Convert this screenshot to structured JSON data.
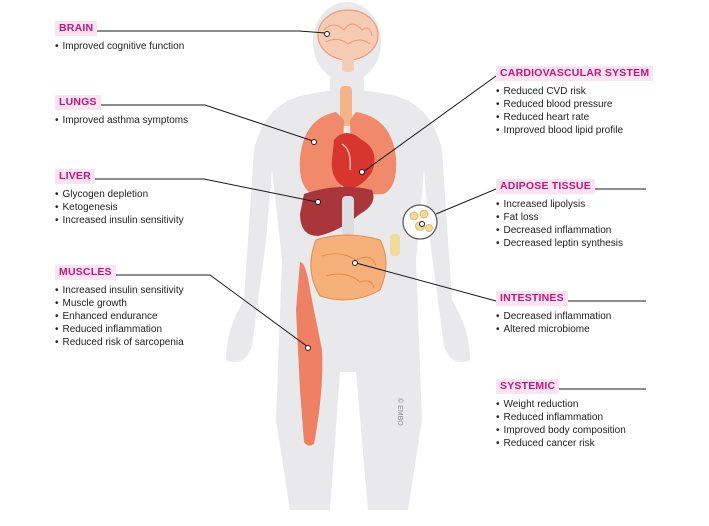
{
  "credit": "© EMBO",
  "colors": {
    "header_bg": "#fbe3f1",
    "header_text": "#c4177c",
    "organ": "#e8603c",
    "liver": "#a9363a",
    "body": "#e8e8ea",
    "leader": "#1a1a1a"
  },
  "organs": [
    {
      "id": "brain",
      "title": "BRAIN",
      "items": [
        "Improved cognitive function"
      ]
    },
    {
      "id": "lungs",
      "title": "LUNGS",
      "items": [
        "Improved asthma symptoms"
      ]
    },
    {
      "id": "liver",
      "title": "LIVER",
      "items": [
        "Glycogen depletion",
        "Ketogenesis",
        "Increased insulin sensitivity"
      ]
    },
    {
      "id": "muscles",
      "title": "MUSCLES",
      "items": [
        "Increased insulin sensitivity",
        "Muscle growth",
        "Enhanced endurance",
        "Reduced inflammation",
        "Reduced risk of sarcopenia"
      ]
    },
    {
      "id": "cardiovascular",
      "title": "CARDIOVASCULAR SYSTEM",
      "items": [
        "Reduced CVD risk",
        "Reduced blood pressure",
        "Reduced heart rate",
        "Improved blood lipid profile"
      ]
    },
    {
      "id": "adipose",
      "title": "ADIPOSE TISSUE",
      "items": [
        "Increased lipolysis",
        "Fat loss",
        "Decreased inflammation",
        "Decreased leptin synthesis"
      ]
    },
    {
      "id": "intestines",
      "title": "INTESTINES",
      "items": [
        "Decreased inflammation",
        "Altered microbiome"
      ]
    },
    {
      "id": "systemic",
      "title": "SYSTEMIC",
      "items": [
        "Weight reduction",
        "Reduced inflammation",
        "Improved body composition",
        "Reduced cancer risk"
      ]
    }
  ]
}
